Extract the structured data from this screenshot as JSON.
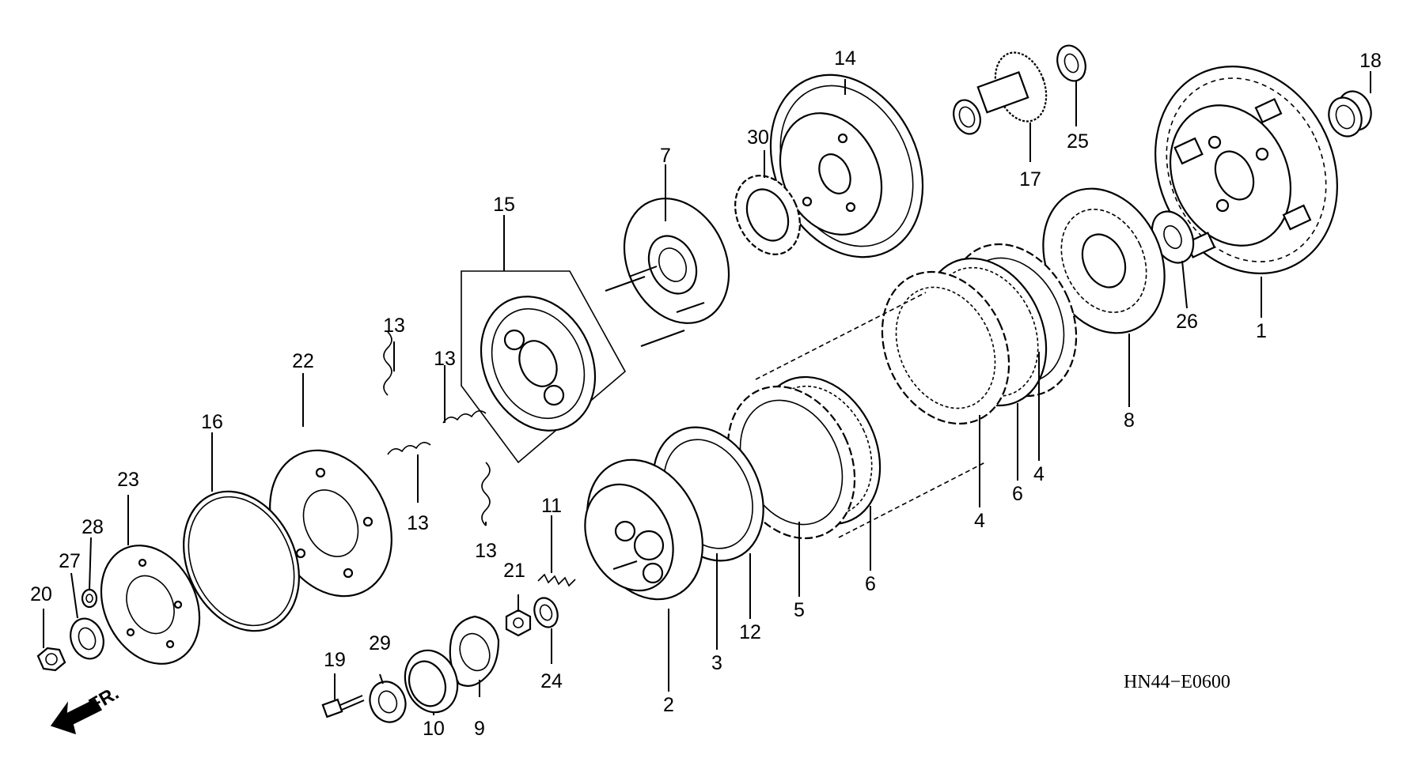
{
  "diagram_code": "HN44−E0600",
  "direction_label": "FR.",
  "callouts": [
    {
      "id": "c1",
      "text": "1"
    },
    {
      "id": "c2",
      "text": "2"
    },
    {
      "id": "c3",
      "text": "3"
    },
    {
      "id": "c4a",
      "text": "4"
    },
    {
      "id": "c4b",
      "text": "4"
    },
    {
      "id": "c5",
      "text": "5"
    },
    {
      "id": "c6a",
      "text": "6"
    },
    {
      "id": "c6b",
      "text": "6"
    },
    {
      "id": "c7",
      "text": "7"
    },
    {
      "id": "c8",
      "text": "8"
    },
    {
      "id": "c9",
      "text": "9"
    },
    {
      "id": "c10",
      "text": "10"
    },
    {
      "id": "c11",
      "text": "11"
    },
    {
      "id": "c12",
      "text": "12"
    },
    {
      "id": "c13a",
      "text": "13"
    },
    {
      "id": "c13b",
      "text": "13"
    },
    {
      "id": "c13c",
      "text": "13"
    },
    {
      "id": "c13d",
      "text": "13"
    },
    {
      "id": "c14",
      "text": "14"
    },
    {
      "id": "c15",
      "text": "15"
    },
    {
      "id": "c16",
      "text": "16"
    },
    {
      "id": "c17",
      "text": "17"
    },
    {
      "id": "c18",
      "text": "18"
    },
    {
      "id": "c19",
      "text": "19"
    },
    {
      "id": "c20",
      "text": "20"
    },
    {
      "id": "c21",
      "text": "21"
    },
    {
      "id": "c22",
      "text": "22"
    },
    {
      "id": "c23",
      "text": "23"
    },
    {
      "id": "c24",
      "text": "24"
    },
    {
      "id": "c25",
      "text": "25"
    },
    {
      "id": "c26",
      "text": "26"
    },
    {
      "id": "c27",
      "text": "27"
    },
    {
      "id": "c28",
      "text": "28"
    },
    {
      "id": "c29",
      "text": "29"
    },
    {
      "id": "c30",
      "text": "30"
    }
  ]
}
